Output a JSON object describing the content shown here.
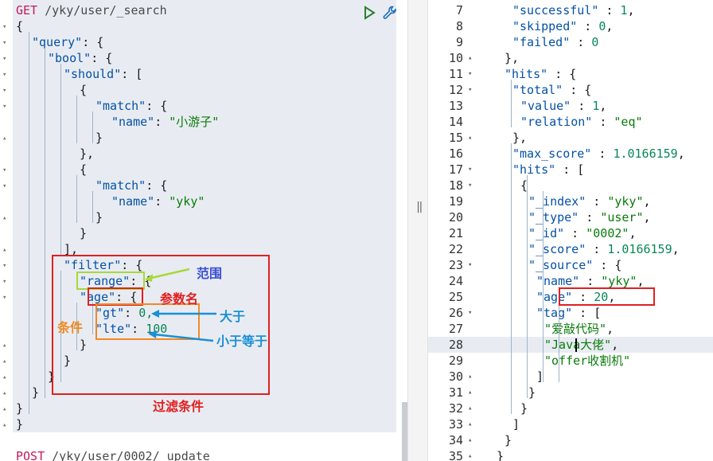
{
  "left": {
    "request_method": "GET",
    "request_path": "/yky/user/_search",
    "next_method": "POST",
    "next_path": "/yky/user/0002/_update",
    "lines": [
      [
        "{"
      ],
      [
        "\"query\"",
        ": {"
      ],
      [
        "\"bool\"",
        ": {"
      ],
      [
        "\"should\"",
        ": ["
      ],
      [
        "{"
      ],
      [
        "\"match\"",
        ": {"
      ],
      [
        "\"name\"",
        ": ",
        "\"小游子\""
      ],
      [
        "}"
      ],
      [
        "},"
      ],
      [
        "{"
      ],
      [
        "\"match\"",
        ": {"
      ],
      [
        "\"name\"",
        ": ",
        "\"yky\""
      ],
      [
        "}"
      ],
      [
        "}"
      ],
      [
        "],"
      ],
      [
        "\"filter\"",
        ": {"
      ],
      [
        "\"range\"",
        ": {"
      ],
      [
        "\"age\"",
        ": {"
      ],
      [
        "\"gt\"",
        ": ",
        "0,"
      ],
      [
        "\"lte\"",
        ": ",
        "100"
      ],
      [
        "}"
      ],
      [
        "}"
      ],
      [
        "}"
      ],
      [
        "}"
      ],
      [
        "}"
      ],
      [
        "}"
      ]
    ]
  },
  "right": {
    "line_numbers": [
      "7",
      "8",
      "9",
      "10",
      "11",
      "12",
      "13",
      "14",
      "15",
      "16",
      "17",
      "18",
      "19",
      "20",
      "21",
      "22",
      "23",
      "24",
      "25",
      "26",
      "27",
      "28",
      "29",
      "30",
      "31",
      "32",
      "33",
      "34",
      "35"
    ],
    "lines": [
      [
        "\"successful\"",
        " : ",
        "1",
        ","
      ],
      [
        "\"skipped\"",
        " : ",
        "0",
        ","
      ],
      [
        "\"failed\"",
        " : ",
        "0",
        ""
      ],
      [
        "},",
        "",
        "",
        ""
      ],
      [
        "\"hits\"",
        " : {",
        "",
        ""
      ],
      [
        "\"total\"",
        " : {",
        "",
        ""
      ],
      [
        "\"value\"",
        " : ",
        "1",
        ","
      ],
      [
        "\"relation\"",
        " : ",
        "\"eq\"",
        ""
      ],
      [
        "},",
        "",
        "",
        ""
      ],
      [
        "\"max_score\"",
        " : ",
        "1.0166159",
        ","
      ],
      [
        "\"hits\"",
        " : [",
        "",
        ""
      ],
      [
        "{",
        "",
        "",
        ""
      ],
      [
        "\"_index\"",
        " : ",
        "\"yky\"",
        ","
      ],
      [
        "\"_type\"",
        " : ",
        "\"user\"",
        ","
      ],
      [
        "\"_id\"",
        " : ",
        "\"0002\"",
        ","
      ],
      [
        "\"_score\"",
        " : ",
        "1.0166159",
        ","
      ],
      [
        "\"_source\"",
        " : {",
        "",
        ""
      ],
      [
        "\"name\"",
        " : ",
        "\"yky\"",
        ","
      ],
      [
        "\"age\"",
        " : ",
        "20",
        ","
      ],
      [
        "\"tag\"",
        " : [",
        "",
        ""
      ],
      [
        "\"爱敲代码\"",
        ",",
        "",
        ""
      ],
      [
        "\"Java大佬\"",
        ",",
        "",
        ""
      ],
      [
        "\"offer收割机\"",
        "",
        "",
        ""
      ],
      [
        "]",
        "",
        "",
        ""
      ],
      [
        "}",
        "",
        "",
        ""
      ],
      [
        "}",
        "",
        "",
        ""
      ],
      [
        "]",
        "",
        "",
        ""
      ],
      [
        "}",
        "",
        "",
        ""
      ],
      [
        "}",
        "",
        "",
        ""
      ]
    ]
  },
  "annotations": {
    "range": "范围",
    "param_name": "参数名",
    "condition": "条件",
    "greater_than": "大于",
    "less_equal": "小于等于",
    "filter_condition": "过滤条件"
  },
  "icons": [
    "run-icon",
    "wrench-icon",
    "divider-handle-icon"
  ],
  "colors": {
    "red_box": "#e02020",
    "green_box": "#a8d83a",
    "orange_box": "#f08a24",
    "blue_arrow": "#1b8fd6",
    "range_label": "#3b4fd1"
  }
}
